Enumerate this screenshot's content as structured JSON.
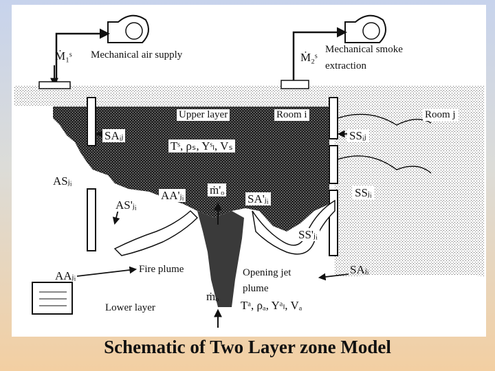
{
  "title": "Schematic of Two Layer zone Model",
  "labels": {
    "mech_air_symbol": "Ṁ₁ˢ",
    "mech_air_supply": "Mechanical air supply",
    "mech_smoke_symbol": "Ṁ₂ˢ",
    "mech_smoke_line1": "Mechanical smoke",
    "mech_smoke_line2": "extraction",
    "upper_layer": "Upper layer",
    "room_i": "Room i",
    "room_j": "Room j",
    "sa_ij": "SAᵢⱼ",
    "upper_props": "Tˢ, ρₛ, Yˢₗ, Vₛ",
    "ss_ij": "SSᵢⱼ",
    "as_ji": "ASⱼᵢ",
    "as_prime_ji": "AS'ⱼᵢ",
    "aa_prime_ji": "AA'ⱼᵢ",
    "m_o_prime": "ṁ'ₒ",
    "sa_prime_ji": "SA'ⱼᵢ",
    "ss_ji": "SSⱼᵢ",
    "ss_prime_ji": "SS'ⱼᵢ",
    "fire_plume": "Fire plume",
    "aa_ji": "AAⱼᵢ",
    "opening_jet_line1": "Opening jet",
    "opening_jet_line2": "plume",
    "sa_ji": "SAⱼᵢ",
    "m_o": "ṁₒ",
    "lower_props": "Tᵃ, ρₐ, Yᵃₗ, Vₐ",
    "lower_layer": "Lower layer"
  }
}
